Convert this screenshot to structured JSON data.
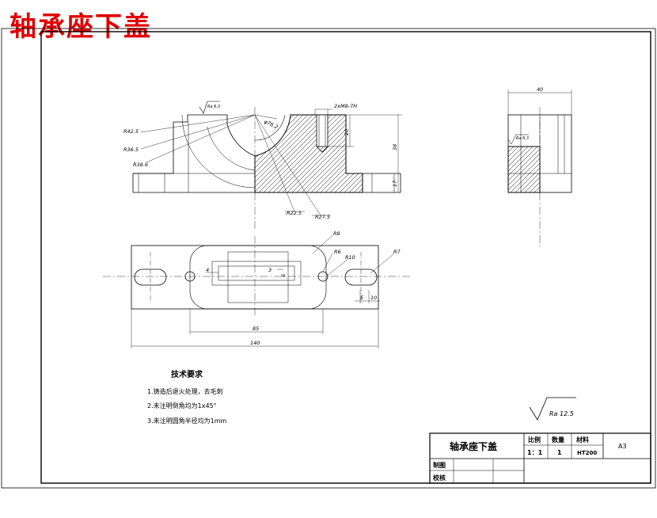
{
  "title": "轴承座下盖",
  "views": {
    "front_dims": {
      "r42_5": "R42.5",
      "r36_5": "R36.5",
      "r38_6": "R38.6",
      "phi76_2": "φ76.2",
      "r22_5": "R22.5",
      "r27_5": "R27.5",
      "holes": "2xM8-7H",
      "d20": "20",
      "d38": "38",
      "d17": "17",
      "roughness": "Ra 6.3"
    },
    "side_dims": {
      "width40": "40",
      "roughness": "Ra 6.3"
    },
    "top_dims": {
      "r8": "R8",
      "r6": "R6",
      "r10": "R10",
      "r7": "R7",
      "d4": "4",
      "d3": "3",
      "d6": "6",
      "d5": "5",
      "d10": "10",
      "d85": "85",
      "d140": "140"
    }
  },
  "notes": {
    "title": "技术要求",
    "items": [
      "1.铸造后退火处理，去毛刺",
      "2.未注明倒角均为1x45°",
      "3.未注明圆角半径均为1mm"
    ]
  },
  "surface_finish": "Ra 12.5",
  "title_block": {
    "name": "轴承座下盖",
    "h_scale": "比例",
    "h_qty": "数量",
    "h_material": "材料",
    "scale": "1：1",
    "qty": "1",
    "material": "HT200",
    "size": "A3",
    "drawn_label": "制图",
    "checked_label": "校核"
  }
}
